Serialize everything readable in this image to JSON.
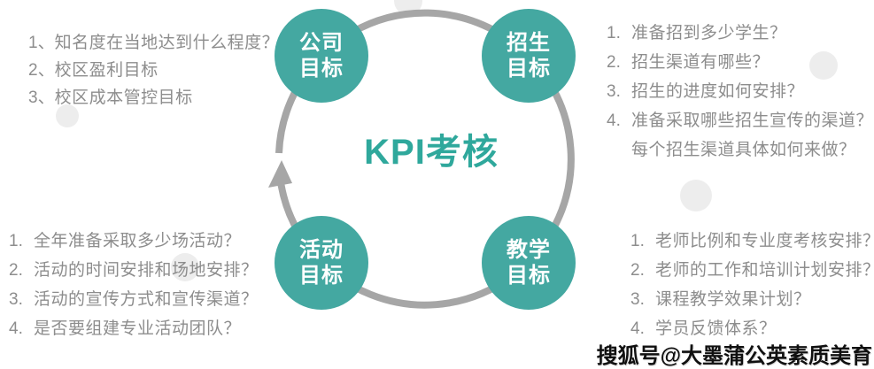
{
  "center": {
    "title": "KPI考核"
  },
  "nodes": [
    {
      "id": "company-goal",
      "line1": "公司",
      "line2": "目标"
    },
    {
      "id": "enrollment-goal",
      "line1": "招生",
      "line2": "目标"
    },
    {
      "id": "activity-goal",
      "line1": "活动",
      "line2": "目标"
    },
    {
      "id": "teaching-goal",
      "line1": "教学",
      "line2": "目标"
    }
  ],
  "lists": {
    "topLeft": {
      "items": [
        {
          "num": "1、",
          "text": "知名度在当地达到什么程度？"
        },
        {
          "num": "2、",
          "text": "校区盈利目标"
        },
        {
          "num": "3、",
          "text": "校区成本管控目标"
        }
      ]
    },
    "topRight": {
      "items": [
        {
          "num": "1.",
          "text": "准备招到多少学生？"
        },
        {
          "num": "2.",
          "text": "招生渠道有哪些？"
        },
        {
          "num": "3.",
          "text": "招生的进度如何安排？"
        },
        {
          "num": "4.",
          "text": "准备采取哪些招生宣传的渠道？"
        },
        {
          "num": "",
          "text": "每个招生渠道具体如何来做？"
        }
      ]
    },
    "bottomLeft": {
      "items": [
        {
          "num": "1.",
          "text": "全年准备采取多少场活动？"
        },
        {
          "num": "2.",
          "text": "活动的时间安排和场地安排？"
        },
        {
          "num": "3.",
          "text": "活动的宣传方式和宣传渠道？"
        },
        {
          "num": "4.",
          "text": "是否要组建专业活动团队？"
        }
      ]
    },
    "bottomRight": {
      "items": [
        {
          "num": "1.",
          "text": "老师比例和专业度考核安排？"
        },
        {
          "num": "2.",
          "text": "老师的工作和培训计划安排？"
        },
        {
          "num": "3.",
          "text": "课程教学效果计划？"
        },
        {
          "num": "4.",
          "text": "学员反馈体系？"
        }
      ]
    }
  },
  "watermark": {
    "text": "搜狐号@大墨蒲公英素质美育"
  },
  "colors": {
    "node_teal": "#44a8a1",
    "title_teal": "#2fa89c",
    "ring_gray": "#a6a6a6",
    "list_text_gray": "#8d8d8d",
    "decorative_dot_gray": "#ededed",
    "watermark_black": "#101010"
  }
}
